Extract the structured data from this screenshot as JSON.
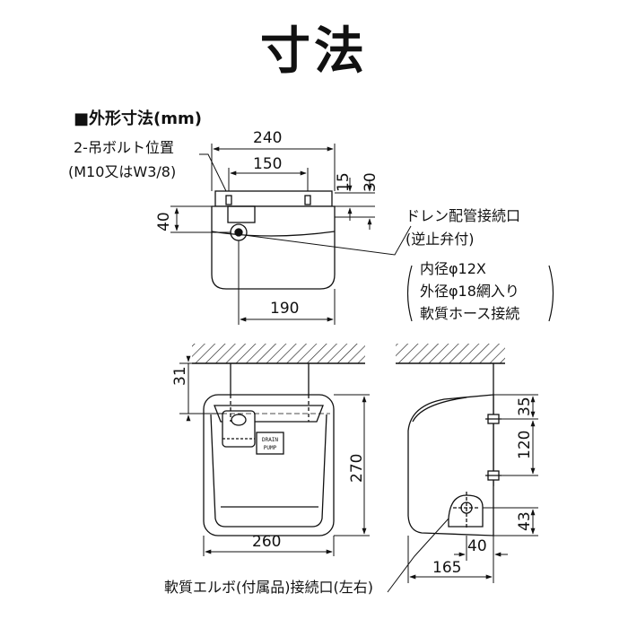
{
  "title": "寸法",
  "section_heading": "■外形寸法(mm)",
  "hanger_bolt": {
    "line1": "2-吊ボルト位置",
    "line2": "(M10又はW3/8)"
  },
  "drain_outlet": {
    "line1": "ドレン配管接続口",
    "line2": "(逆止弁付)"
  },
  "hose_spec": {
    "line1": "内径φ12X",
    "line2": "外径φ18網入り",
    "line3": "軟質ホース接続"
  },
  "elbow_label": "軟質エルボ(付属品)接続口(左右)",
  "pump_label": {
    "line1": "DRAIN",
    "line2": "PUMP"
  },
  "dimensions": {
    "top_240": "240",
    "top_150": "150",
    "top_15": "15",
    "top_30": "30",
    "top_40": "40",
    "top_190": "190",
    "front_31": "31",
    "front_270": "270",
    "front_260": "260",
    "side_35": "35",
    "side_120": "120",
    "side_43": "43",
    "side_40": "40",
    "side_165": "165"
  }
}
